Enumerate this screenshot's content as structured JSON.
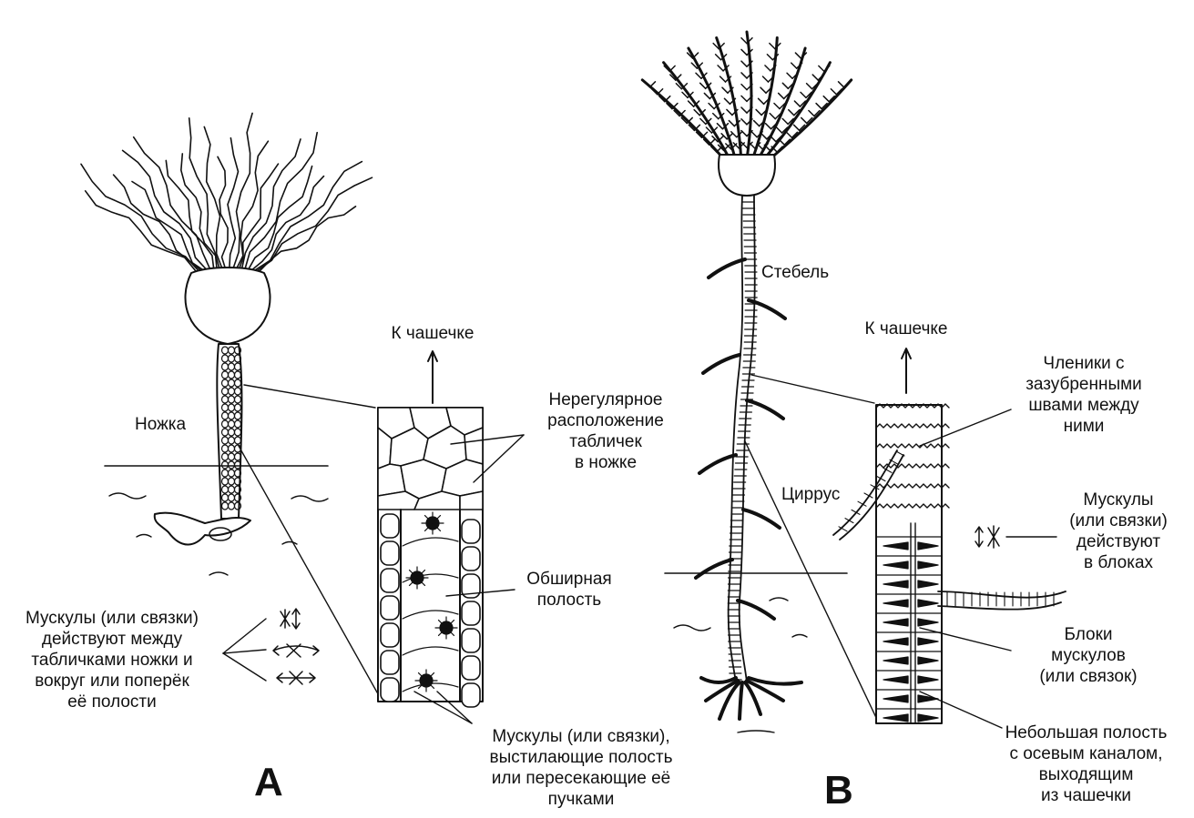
{
  "panel_a": {
    "letter": "A",
    "stalk_label": "Ножка",
    "to_calyx": "К чашечке",
    "irregular_plates": "Нерегулярное\nрасположение\nтабличек\nв ножке",
    "cavity": "Обширная\nполость",
    "muscles_between": "Мускулы (или связки)\nдействуют между\nтабличками ножки и\nвокруг или поперёк\nеё полости",
    "muscles_lining": "Мускулы (или связки),\nвыстилающие полость\nили пересекающие её\nпучками"
  },
  "panel_b": {
    "letter": "B",
    "stem_label": "Стебель",
    "cirrus_label": "Циррус",
    "to_calyx": "К чашечке",
    "segments": "Членики с\nзазубренными\nшвами между\nними",
    "muscles_blocks": "Мускулы\n(или связки)\nдействуют\nв блоках",
    "muscle_blocks": "Блоки\nмускулов\n(или связок)",
    "small_cavity": "Небольшая полость\nс осевым каналом,\nвыходящим\nиз чашечки"
  },
  "colors": {
    "ink": "#111111",
    "fill": "#ffffff"
  }
}
